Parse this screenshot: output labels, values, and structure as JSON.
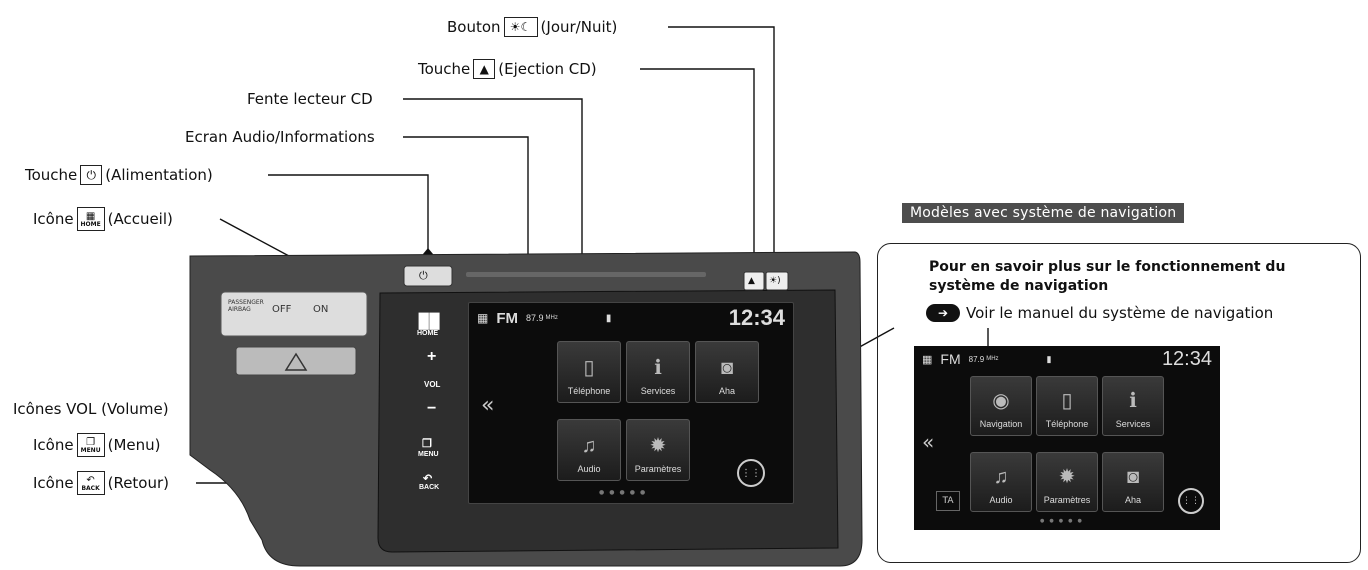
{
  "labels": {
    "daynight": {
      "prefix": "Bouton",
      "suffix": "(Jour/Nuit)",
      "icon": "sun-moon-icon"
    },
    "eject": {
      "prefix": "Touche",
      "suffix": "(Ejection CD)",
      "icon": "eject-icon"
    },
    "cd_slot": "Fente lecteur CD",
    "screen": "Ecran Audio/Informations",
    "power": {
      "prefix": "Touche",
      "suffix": "(Alimentation)",
      "icon": "power-icon"
    },
    "home": {
      "prefix": "Icône",
      "suffix": "(Accueil)",
      "icon_text": "HOME"
    },
    "volume": "Icônes VOL (Volume)",
    "menu": {
      "prefix": "Icône",
      "suffix": "(Menu)",
      "icon_text": "MENU"
    },
    "back": {
      "prefix": "Icône",
      "suffix": "(Retour)",
      "icon_text": "BACK"
    }
  },
  "unit": {
    "airbag_left": "PASSENGER\nAIRBAG",
    "airbag_off": "OFF",
    "airbag_on": "ON",
    "side_home": "HOME",
    "side_vol": "VOL",
    "side_menu": "MENU",
    "side_back": "BACK",
    "plus": "+",
    "minus": "−"
  },
  "screen": {
    "band": "FM",
    "freq": "87.9",
    "freq_unit": "MHz",
    "clock": "12:34",
    "tiles_row1": [
      "Téléphone",
      "Services",
      "Aha"
    ],
    "tiles_row2": [
      "Audio",
      "Paramètres"
    ],
    "back_chevron": "«"
  },
  "nav_models": {
    "tag": "Modèles avec système de navigation",
    "title_line1": "Pour en savoir plus sur le fonctionnement du",
    "title_line2": "système de navigation",
    "ref": "Voir le manuel du système de navigation",
    "screen": {
      "band": "FM",
      "freq": "87.9",
      "freq_unit": "MHz",
      "clock": "12:34",
      "tiles_row1": [
        "Navigation",
        "Téléphone",
        "Services"
      ],
      "tiles_row2": [
        "Audio",
        "Paramètres",
        "Aha"
      ],
      "ta": "TA",
      "back_chevron": "«"
    }
  }
}
